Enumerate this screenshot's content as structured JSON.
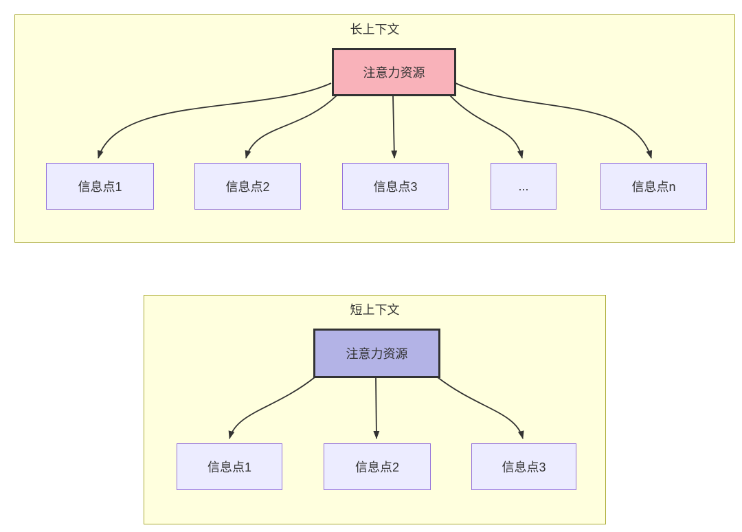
{
  "diagram": {
    "description": "Comparison of attention resource allocation between long context and short context"
  },
  "colors": {
    "canvas-bg": "#ffffff",
    "group-fill": "#ffffde",
    "group-stroke": "#aaaa33",
    "node-fill": "#ececff",
    "node-stroke": "#9370db",
    "attn-long-fill": "#f9b2ba",
    "attn-short-fill": "#b3b3e6",
    "attn-stroke": "#333333",
    "edge": "#333333",
    "text": "#333333"
  },
  "groups": {
    "long": {
      "title": "长上下文",
      "parent_label": "注意力资源",
      "children": [
        {
          "label": "信息点1"
        },
        {
          "label": "信息点2"
        },
        {
          "label": "信息点3"
        },
        {
          "label": "..."
        },
        {
          "label": "信息点n"
        }
      ]
    },
    "short": {
      "title": "短上下文",
      "parent_label": "注意力资源",
      "children": [
        {
          "label": "信息点1"
        },
        {
          "label": "信息点2"
        },
        {
          "label": "信息点3"
        }
      ]
    }
  }
}
